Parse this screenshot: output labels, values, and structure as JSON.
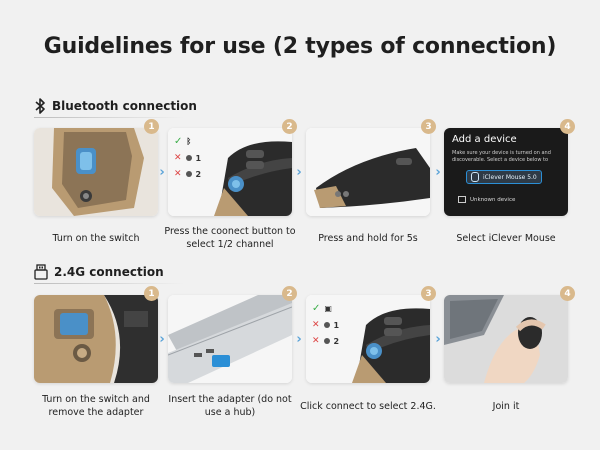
{
  "title": "Guidelines for use (2 types of connection)",
  "bluetooth": {
    "heading": "Bluetooth connection",
    "steps": [
      {
        "num": "1",
        "caption": "Turn on the switch"
      },
      {
        "num": "2",
        "caption": "Press the coonect button to select 1/2 channel"
      },
      {
        "num": "3",
        "caption": "Press and hold for 5s"
      },
      {
        "num": "4",
        "caption": "Select iClever Mouse"
      }
    ],
    "dialog": {
      "title": "Add a device",
      "text": "Make sure your device is turned on and discoverable. Select a device below to connect.",
      "device": "iClever Mouse 5.0",
      "other": "Unknown device"
    }
  },
  "wireless": {
    "heading": "2.4G connection",
    "steps": [
      {
        "num": "1",
        "caption": "Turn on the switch and remove the adapter"
      },
      {
        "num": "2",
        "caption": "Insert the adapter (do not use a hub)"
      },
      {
        "num": "3",
        "caption": "Click connect to select 2.4G."
      },
      {
        "num": "4",
        "caption": "Join it"
      }
    ]
  },
  "channels": [
    "1",
    "2"
  ],
  "colors": {
    "badge": "#d9b98c",
    "arrow": "#5aa3d8",
    "mouse": "#2b2b2b",
    "gold": "#b99b72",
    "dialog": "#1a1a1a",
    "highlight": "#2b8fd6"
  }
}
